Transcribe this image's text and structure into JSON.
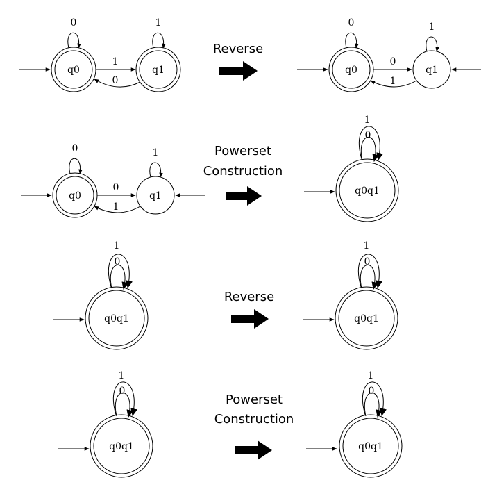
{
  "steps": [
    {
      "label": [
        "Reverse"
      ]
    },
    {
      "label": [
        "Powerset",
        "Construction"
      ]
    },
    {
      "label": [
        "Reverse"
      ]
    },
    {
      "label": [
        "Powerset",
        "Construction"
      ]
    }
  ],
  "diagrams": {
    "r1_left": {
      "states": [
        "q0",
        "q1"
      ],
      "start_states": [
        "q0"
      ],
      "accepting_states": [
        "q0"
      ],
      "transitions": [
        {
          "from": "q0",
          "to": "q0",
          "symbol": "0"
        },
        {
          "from": "q0",
          "to": "q1",
          "symbol": "1"
        },
        {
          "from": "q1",
          "to": "q0",
          "symbol": "0"
        },
        {
          "from": "q1",
          "to": "q1",
          "symbol": "1"
        }
      ]
    },
    "r1_right": {
      "states": [
        "q0",
        "q1"
      ],
      "start_states": [
        "q0",
        "q1"
      ],
      "accepting_states": [
        "q0"
      ],
      "transitions": [
        {
          "from": "q0",
          "to": "q0",
          "symbol": "0"
        },
        {
          "from": "q0",
          "to": "q1",
          "symbol": "0"
        },
        {
          "from": "q1",
          "to": "q0",
          "symbol": "1"
        },
        {
          "from": "q1",
          "to": "q1",
          "symbol": "1"
        }
      ]
    },
    "r2_left": {
      "states": [
        "q0",
        "q1"
      ],
      "start_states": [
        "q0",
        "q1"
      ],
      "accepting_states": [
        "q0"
      ],
      "transitions": [
        {
          "from": "q0",
          "to": "q0",
          "symbol": "0"
        },
        {
          "from": "q0",
          "to": "q1",
          "symbol": "0"
        },
        {
          "from": "q1",
          "to": "q0",
          "symbol": "1"
        },
        {
          "from": "q1",
          "to": "q1",
          "symbol": "1"
        }
      ]
    },
    "r2_right": {
      "states": [
        "q0q1"
      ],
      "start_states": [
        "q0q1"
      ],
      "accepting_states": [
        "q0q1"
      ],
      "transitions": [
        {
          "from": "q0q1",
          "to": "q0q1",
          "symbol": "1"
        },
        {
          "from": "q0q1",
          "to": "q0q1",
          "symbol": "0"
        }
      ]
    },
    "r3_left": {
      "states": [
        "q0q1"
      ],
      "start_states": [
        "q0q1"
      ],
      "accepting_states": [
        "q0q1"
      ],
      "transitions": [
        {
          "from": "q0q1",
          "to": "q0q1",
          "symbol": "1"
        },
        {
          "from": "q0q1",
          "to": "q0q1",
          "symbol": "0"
        }
      ]
    },
    "r3_right": {
      "states": [
        "q0q1"
      ],
      "start_states": [
        "q0q1"
      ],
      "accepting_states": [
        "q0q1"
      ],
      "transitions": [
        {
          "from": "q0q1",
          "to": "q0q1",
          "symbol": "1"
        },
        {
          "from": "q0q1",
          "to": "q0q1",
          "symbol": "0"
        }
      ]
    },
    "r4_left": {
      "states": [
        "q0q1"
      ],
      "start_states": [
        "q0q1"
      ],
      "accepting_states": [
        "q0q1"
      ],
      "transitions": [
        {
          "from": "q0q1",
          "to": "q0q1",
          "symbol": "1"
        },
        {
          "from": "q0q1",
          "to": "q0q1",
          "symbol": "0"
        }
      ]
    },
    "r4_right": {
      "states": [
        "q0q1"
      ],
      "start_states": [
        "q0q1"
      ],
      "accepting_states": [
        "q0q1"
      ],
      "transitions": [
        {
          "from": "q0q1",
          "to": "q0q1",
          "symbol": "1"
        },
        {
          "from": "q0q1",
          "to": "q0q1",
          "symbol": "0"
        }
      ]
    }
  }
}
